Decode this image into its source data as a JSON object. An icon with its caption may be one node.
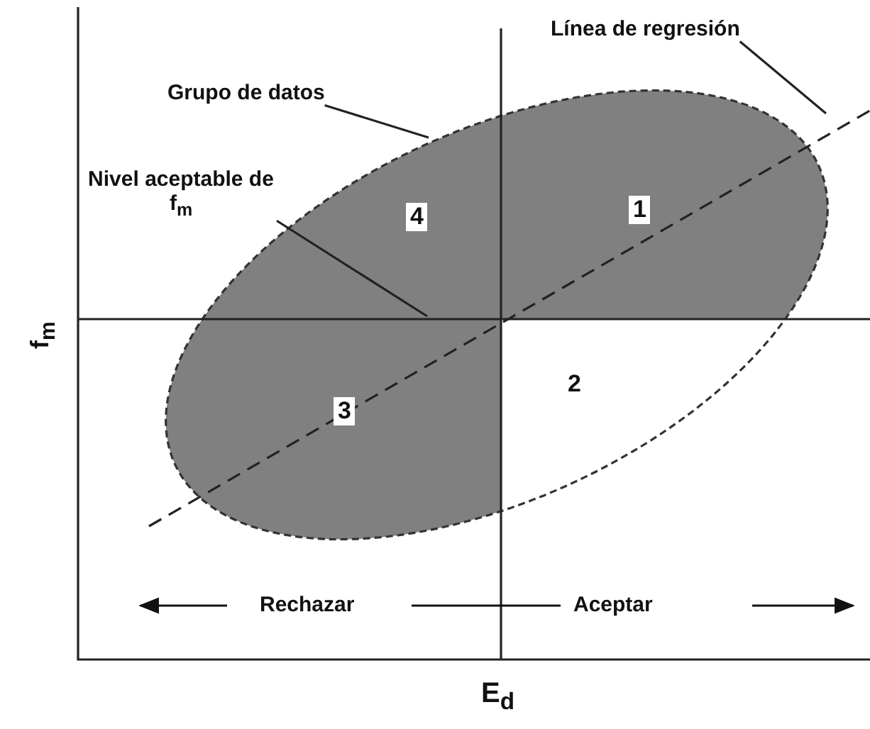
{
  "diagram": {
    "nodes": [
      {
        "text": [
          "Grupo de datos"
        ]
      },
      {
        "text": [],
        "shape": "ellipse"
      },
      {
        "text": [
          "Línea de regresión"
        ]
      },
      {
        "text": [
          "Nivel aceptable de f$_{m}$"
        ]
      }
    ],
    "edges": [
      {
        "from": 0,
        "to": 1,
        "arrow": "none"
      },
      {
        "from": 2,
        "to": null,
        "arrow": "none"
      },
      {
        "from": 3,
        "to": 1,
        "arrow": "none"
      }
    ],
    "labels": [
      "4",
      "1",
      "3",
      "2",
      "Rechazar",
      "Aceptar",
      "f$_{m}$",
      "E$_{d}$"
    ]
  }
}
